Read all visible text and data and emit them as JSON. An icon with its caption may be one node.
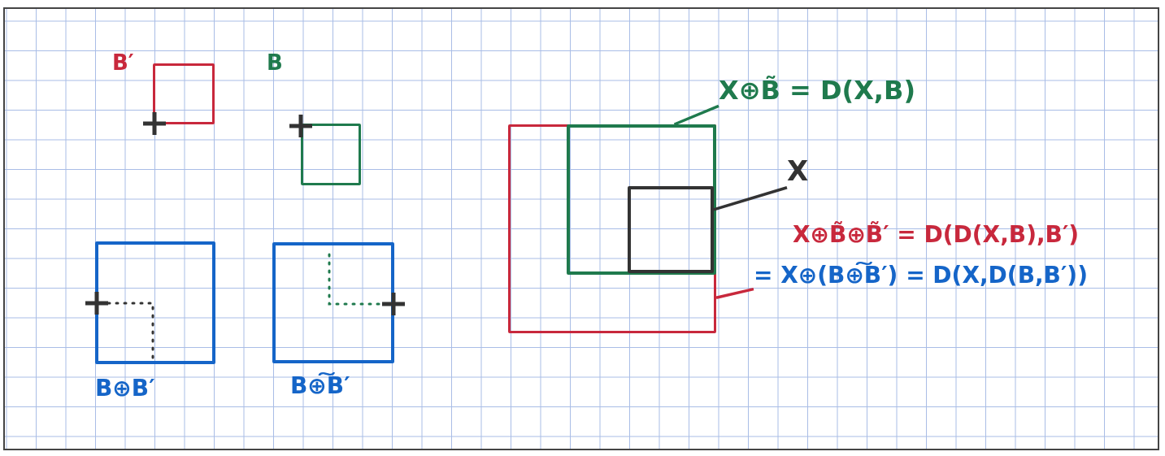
{
  "diagram": {
    "nodes": [
      {
        "text": [
          "B′"
        ]
      },
      {
        "text": [
          "B"
        ]
      },
      {
        "text": [
          "B⊕B′"
        ]
      },
      {
        "text": [
          "B⊕͠B′"
        ]
      },
      {
        "text": [],
        "shape": "box"
      },
      {
        "text": [],
        "shape": "box",
        "in": 4
      },
      {
        "text": [],
        "shape": "box",
        "in": 5
      },
      {
        "text": [
          "X⊕B̃ = D(X,B)"
        ]
      },
      {
        "text": [
          "X"
        ]
      },
      {
        "text": [
          "X⊕B̃⊕B̃′ = D(D(X,B),B′)",
          "= X⊕(B⊕͠B′) = D(X,D(B,B′))"
        ]
      }
    ],
    "edges": [
      {
        "from": 7,
        "to": 5,
        "arrow": "none",
        "color": "#1f7a4d"
      },
      {
        "from": 8,
        "to": 6,
        "arrow": "none",
        "color": "#333333"
      },
      {
        "from": 9,
        "to": 4,
        "arrow": "none",
        "color": "#c8283c"
      }
    ]
  }
}
